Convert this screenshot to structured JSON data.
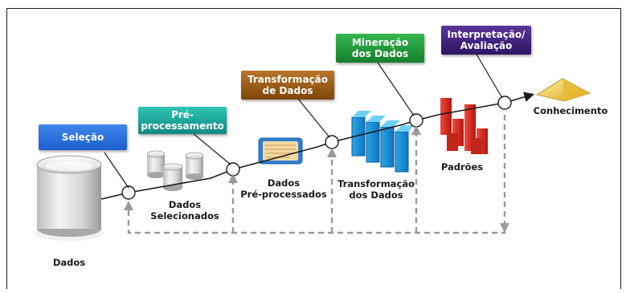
{
  "stages": {
    "selecao": "Seleção",
    "preprocessamento": "Pré-\nprocessamento",
    "transformacao": "Transformação\nde Dados",
    "mineracao": "Mineração\ndos Dados",
    "interpretacao": "Interpretação/\nAvaliação"
  },
  "labels": {
    "dados": "Dados",
    "dados_selecionados": "Dados\nSelecionados",
    "dados_preprocessados": "Dados\nPré-processados",
    "transformacao_dos_dados": "Transformação\ndos Dados",
    "padroes": "Padrões",
    "conhecimento": "Conhecimento"
  },
  "colors": {
    "selecao": "#1c5fd0",
    "preprocessamento": "#1aa59a",
    "transformacao": "#9a5a12",
    "mineracao": "#1f9a3a",
    "interpretacao": "#3e1f7a",
    "feedback_arrow": "#9a9a9a",
    "main_arrow": "#1a1a1a"
  }
}
